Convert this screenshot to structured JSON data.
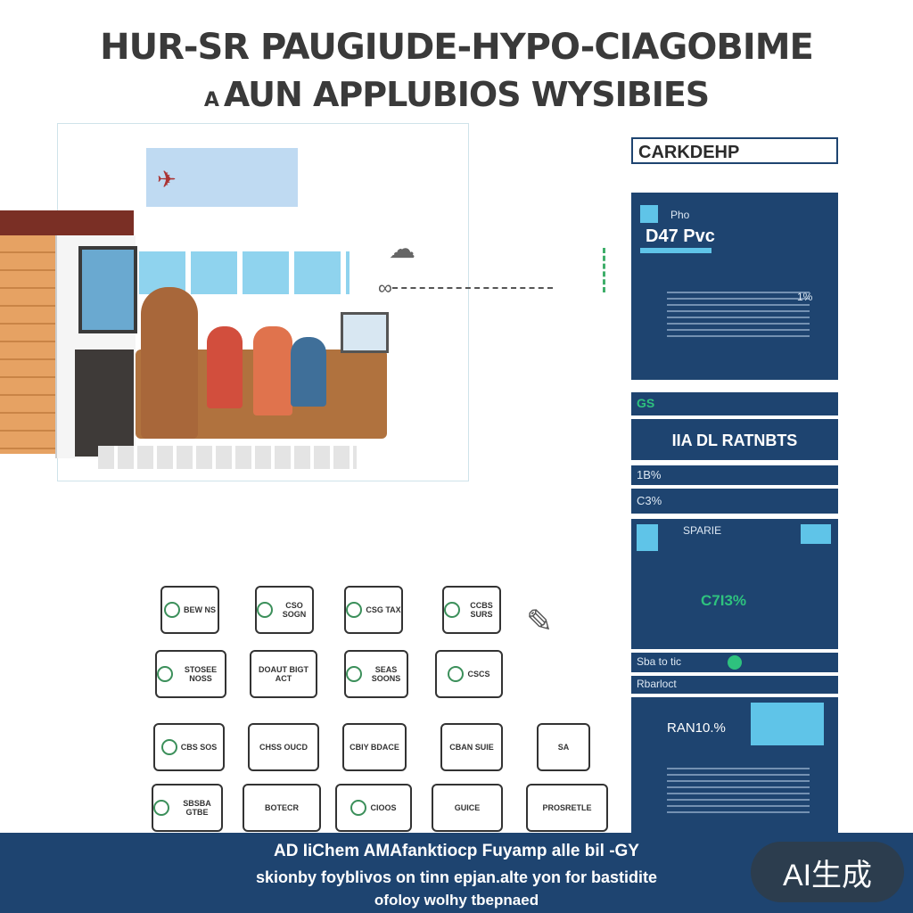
{
  "header": {
    "title_line1": "HUR-SR PAUGIUDE-HYPO-CIAGOBIME",
    "title_line2_prefix": "A",
    "title_line2": "AUN APPLUBIOS WYSIBIES"
  },
  "dashboard": {
    "panel1_title": "CARKDEHP",
    "panel1_sub": "Pho",
    "panel1_value": "D47 Pvc",
    "panel1_pct": "1%",
    "panel2_tag": "GS",
    "panel2_title": "IIA DL RATNBTS",
    "row1": "1B%",
    "row2": "C3%",
    "panel3_label": "SPARIE",
    "panel3_value": "C7I3%",
    "row3": "Sba to tic",
    "row4": "Rbarloct",
    "panel4_value": "RAN10.%"
  },
  "cards": [
    [
      "BEW NS",
      "CSO SOGN",
      "CSG TAX",
      "CCBS SURS"
    ],
    [
      "STOSEE NOSS",
      "DOAUT BIGT ACT",
      "SEAS SOONS",
      "CSCS"
    ],
    [
      "CBS SOS",
      "CHSS OUCD",
      "CBIY BDACE",
      "CBAN SUIE",
      "SA"
    ],
    [
      "SBSBA GTBE",
      "BOTECR",
      "CIOOS",
      "GUICE",
      "PROSRETLE"
    ]
  ],
  "footer": {
    "line1": "AD IiChem AMAfanktiocp Fuyamp alle bil -GY",
    "line2": "skionby foyblivos on tinn epjan.alte yon for bastidite",
    "line3": "ofoloy wolhy tbepnaed"
  },
  "badge": {
    "label": "AI生成"
  }
}
